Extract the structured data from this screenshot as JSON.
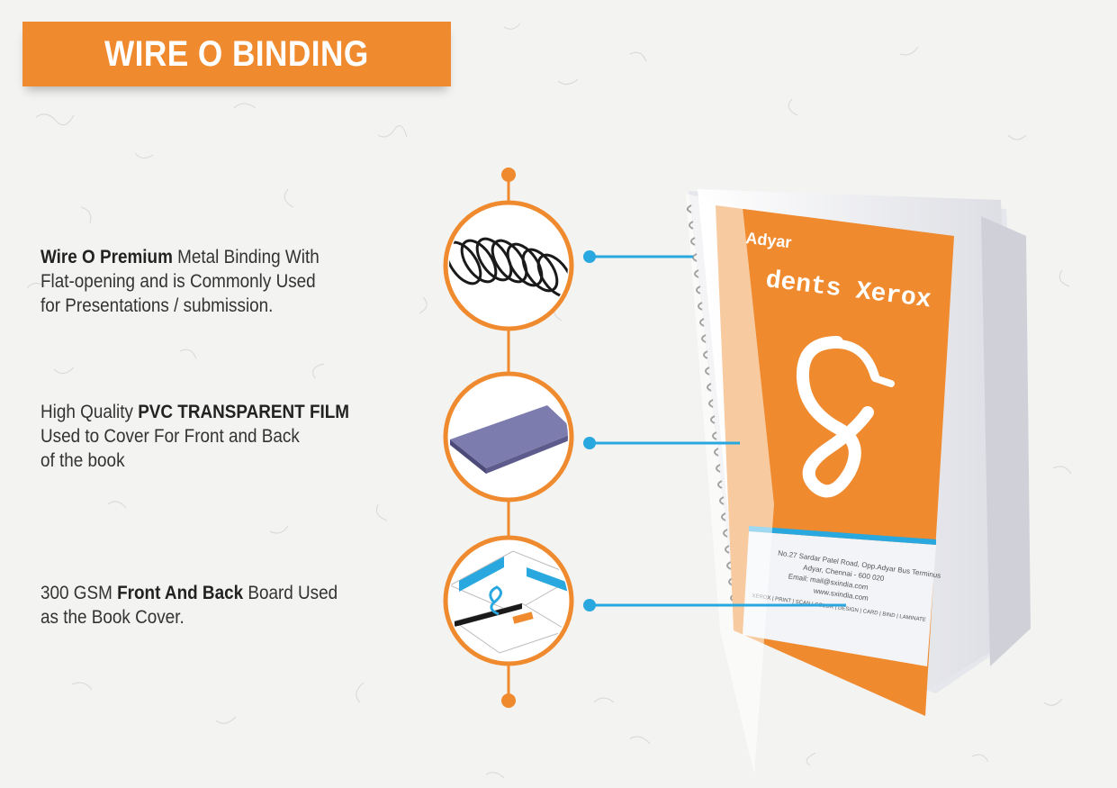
{
  "title": "WIRE O BINDING",
  "colors": {
    "accent": "#f08a2e",
    "connector": "#29a8e0",
    "background": "#f3f3f1"
  },
  "features": [
    {
      "bold": "Wire O Premium",
      "text": " Metal Binding With",
      "line2": "Flat-opening and is Commonly Used",
      "line3": "for Presentations / submission.",
      "icon": "wire-coil-icon"
    },
    {
      "prefix": "High Quality ",
      "bold": "PVC TRANSPARENT FILM",
      "line2": "Used to Cover For Front and Back",
      "line3": "of the book",
      "icon": "pvc-sheet-icon"
    },
    {
      "prefix": "300 GSM ",
      "bold": "Front And Back",
      "text": " Board Used",
      "line2": "as the Book Cover.",
      "icon": "cover-board-icon"
    }
  ],
  "book": {
    "brand_top": "Adyar",
    "brand_main": "dents Xerox",
    "address_1": "No.27 Sardar Patel Road, Opp.Adyar Bus Terminus",
    "address_2": "Adyar, Chennai - 600 020",
    "email": "Email: mail@sxindia.com",
    "web": "www.sxindia.com",
    "services": "XEROX | PRINT | SCAN | COLOR | DESIGN | CARD | BIND | LAMINATE"
  }
}
